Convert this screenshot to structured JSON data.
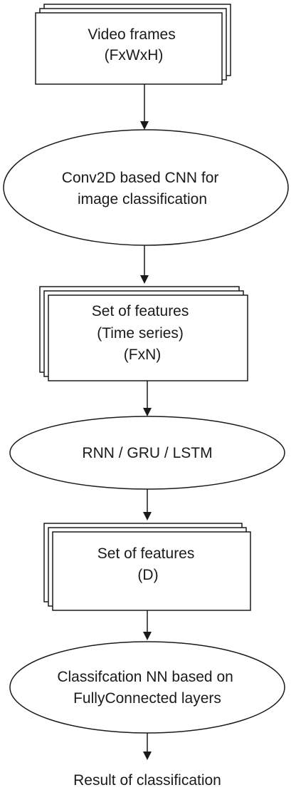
{
  "nodes": {
    "video_frames": {
      "shape": "stacked-rectangles",
      "lines": [
        "Video frames",
        "(FxWxH)"
      ]
    },
    "cnn": {
      "shape": "ellipse",
      "lines": [
        "Conv2D based CNN for",
        "image classification"
      ]
    },
    "features_time_series": {
      "shape": "stacked-rectangles",
      "lines": [
        "Set of features",
        "(Time series)",
        "(FxN)"
      ]
    },
    "rnn": {
      "shape": "ellipse",
      "lines": [
        "RNN / GRU / LSTM"
      ]
    },
    "features_d": {
      "shape": "stacked-rectangles",
      "lines": [
        "Set of features",
        "(D)"
      ]
    },
    "classification_nn": {
      "shape": "ellipse",
      "lines": [
        "Classifcation NN based on",
        "FullyConnected layers"
      ]
    },
    "result": {
      "shape": "text",
      "lines": [
        "Result of classification"
      ]
    }
  },
  "edges": [
    {
      "from": "video_frames",
      "to": "cnn"
    },
    {
      "from": "cnn",
      "to": "features_time_series"
    },
    {
      "from": "features_time_series",
      "to": "rnn"
    },
    {
      "from": "rnn",
      "to": "features_d"
    },
    {
      "from": "features_d",
      "to": "classification_nn"
    },
    {
      "from": "classification_nn",
      "to": "result"
    }
  ],
  "colors": {
    "stroke": "#1a1a1a",
    "fill": "#ffffff",
    "text": "#1a1a1a"
  }
}
